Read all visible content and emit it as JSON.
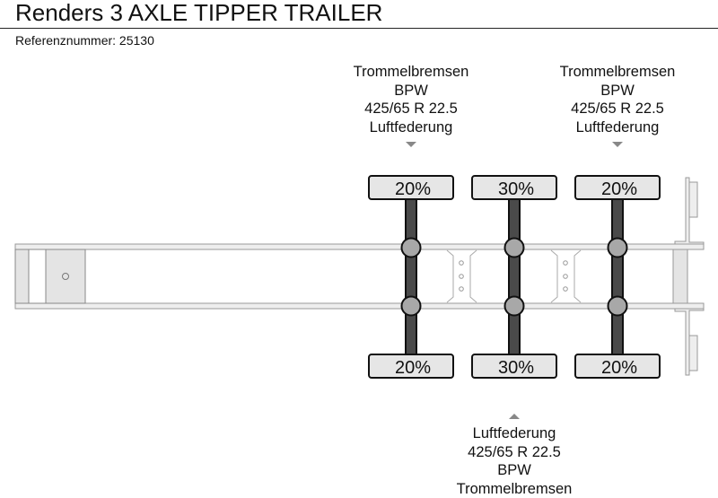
{
  "header": {
    "title": "Renders 3 AXLE TIPPER TRAILER",
    "reference": "Referenznummer: 25130"
  },
  "axles": [
    {
      "index": 1,
      "top_load": "20%",
      "bottom_load": "20%",
      "annotation_position": "top",
      "annotation": [
        "Trommelbremsen",
        "BPW",
        "425/65 R 22.5",
        "Luftfederung"
      ]
    },
    {
      "index": 2,
      "top_load": "30%",
      "bottom_load": "30%",
      "annotation_position": "bottom",
      "annotation": [
        "Luftfederung",
        "425/65 R 22.5",
        "BPW",
        "Trommelbremsen"
      ]
    },
    {
      "index": 3,
      "top_load": "20%",
      "bottom_load": "20%",
      "annotation_position": "top",
      "annotation": [
        "Trommelbremsen",
        "BPW",
        "425/65 R 22.5",
        "Luftfederung"
      ]
    }
  ],
  "colors": {
    "axle_bar": "#4a4a4a",
    "hub": "#a8a8a8",
    "wheel_fill": "#e6e6e6",
    "frame_fill": "#eeeeee",
    "frame_stroke": "#999999",
    "marker": "#888888"
  }
}
